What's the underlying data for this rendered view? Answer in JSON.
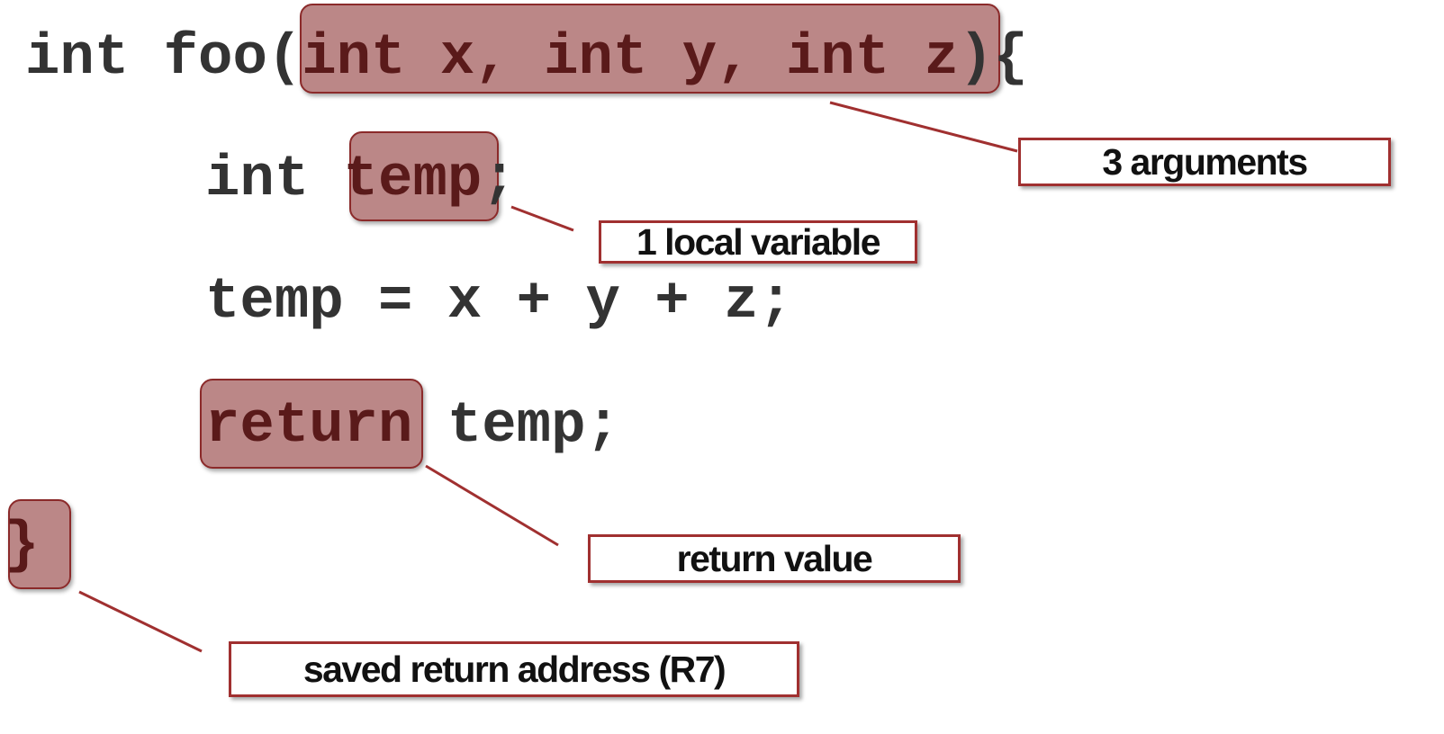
{
  "code": {
    "line1": {
      "pre": "int foo(",
      "hl": "int x, int y, int z",
      "post": "){"
    },
    "line2": {
      "pre": "int ",
      "hl": "temp",
      "post": ";"
    },
    "line3": {
      "text": "temp = x + y + z;"
    },
    "line4": {
      "hl": "return",
      "post": " temp;"
    },
    "line5": {
      "hl": "}"
    }
  },
  "labels": {
    "arguments": "3 arguments",
    "local_variable": "1 local variable",
    "return_value": "return value",
    "return_address": "saved return address (R7)"
  },
  "colors": {
    "highlight_fill": "#a86a6a",
    "highlight_border": "#8b2a2a",
    "callout_line": "#a03030",
    "code_text": "#333333"
  }
}
